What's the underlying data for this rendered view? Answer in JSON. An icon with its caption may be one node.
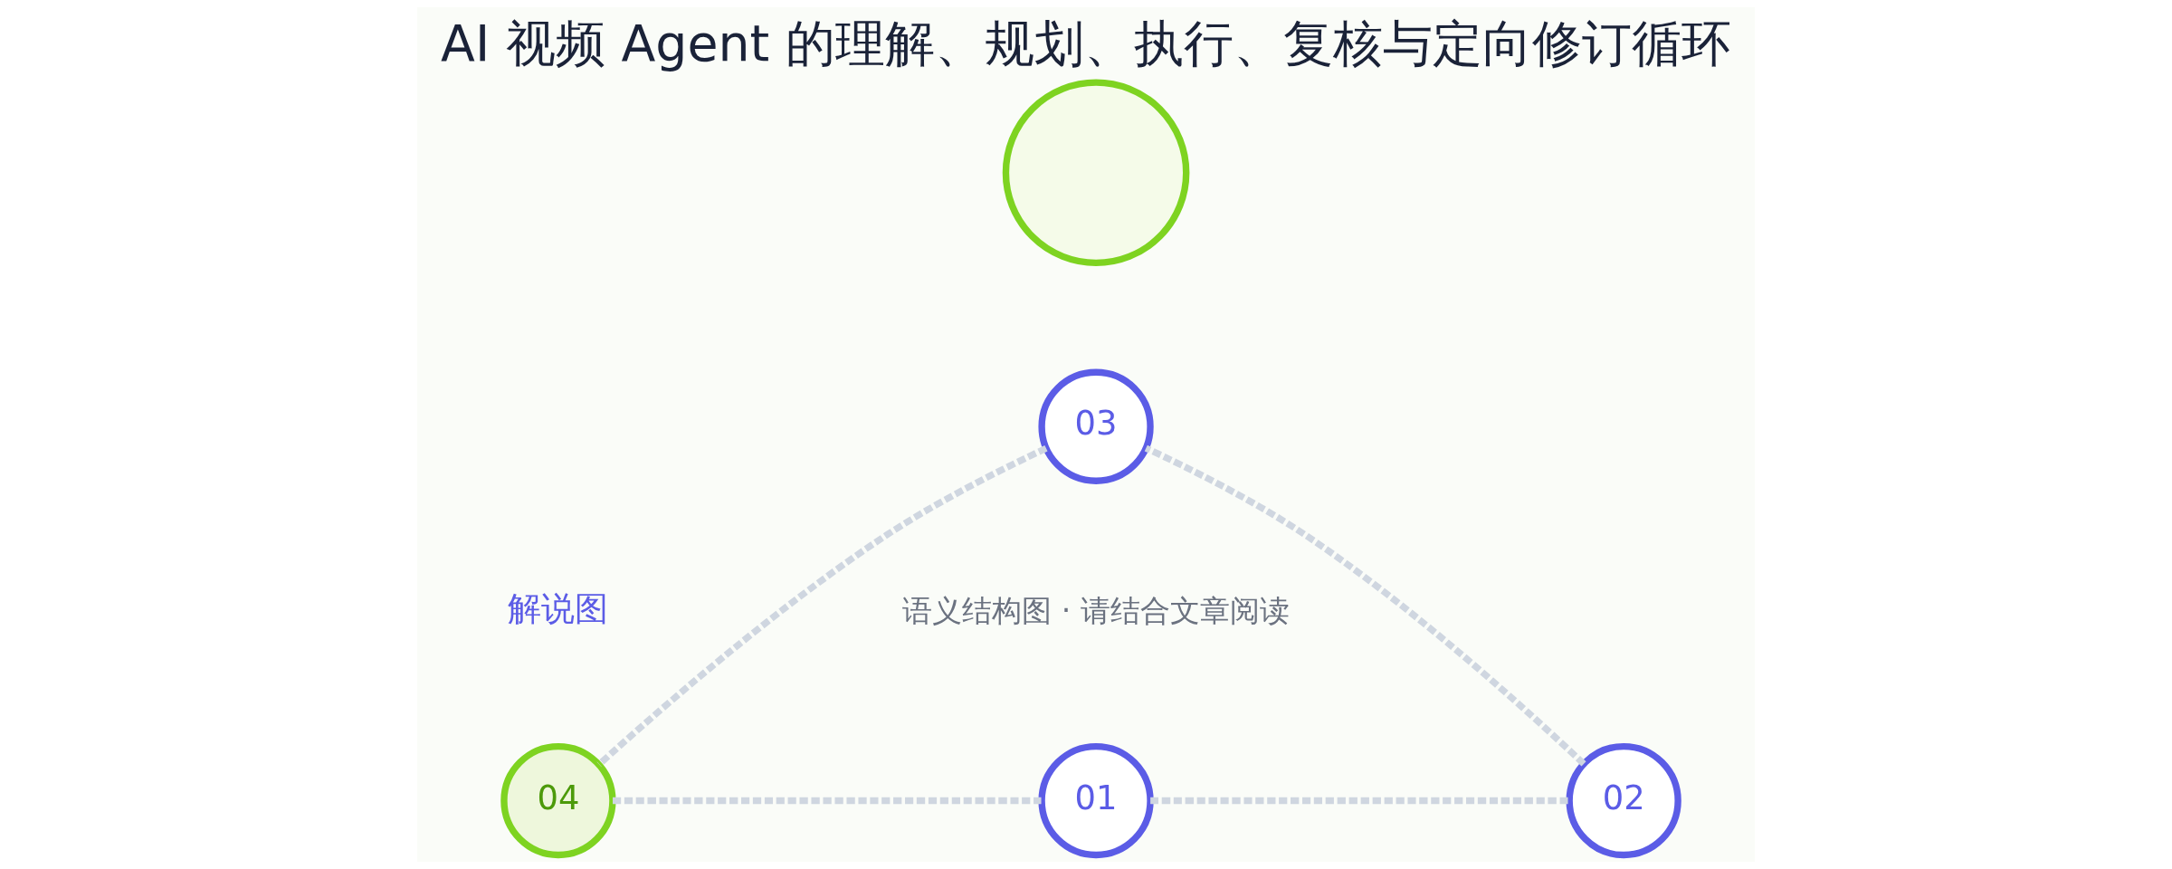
{
  "diagram": {
    "title": "AI 视频 Agent 的理解、规划、执行、复核与定向修订循环",
    "caption": "语义结构图 · 请结合文章阅读",
    "nodes": [
      {
        "text": [
          "01"
        ]
      },
      {
        "text": [
          "02"
        ]
      },
      {
        "text": [
          "03"
        ]
      },
      {
        "text": [
          "04"
        ]
      },
      {
        "text": [],
        "shape": "circle"
      }
    ],
    "edges": [
      {
        "from": 0,
        "to": 1,
        "arrow": "none",
        "style": "dashed"
      },
      {
        "from": 1,
        "to": 2,
        "arrow": "none",
        "style": "dashed"
      },
      {
        "from": 2,
        "to": 3,
        "arrow": "none",
        "style": "dashed"
      },
      {
        "from": 3,
        "to": 0,
        "arrow": "none",
        "style": "dashed"
      }
    ],
    "labels": [
      "解说图"
    ]
  }
}
